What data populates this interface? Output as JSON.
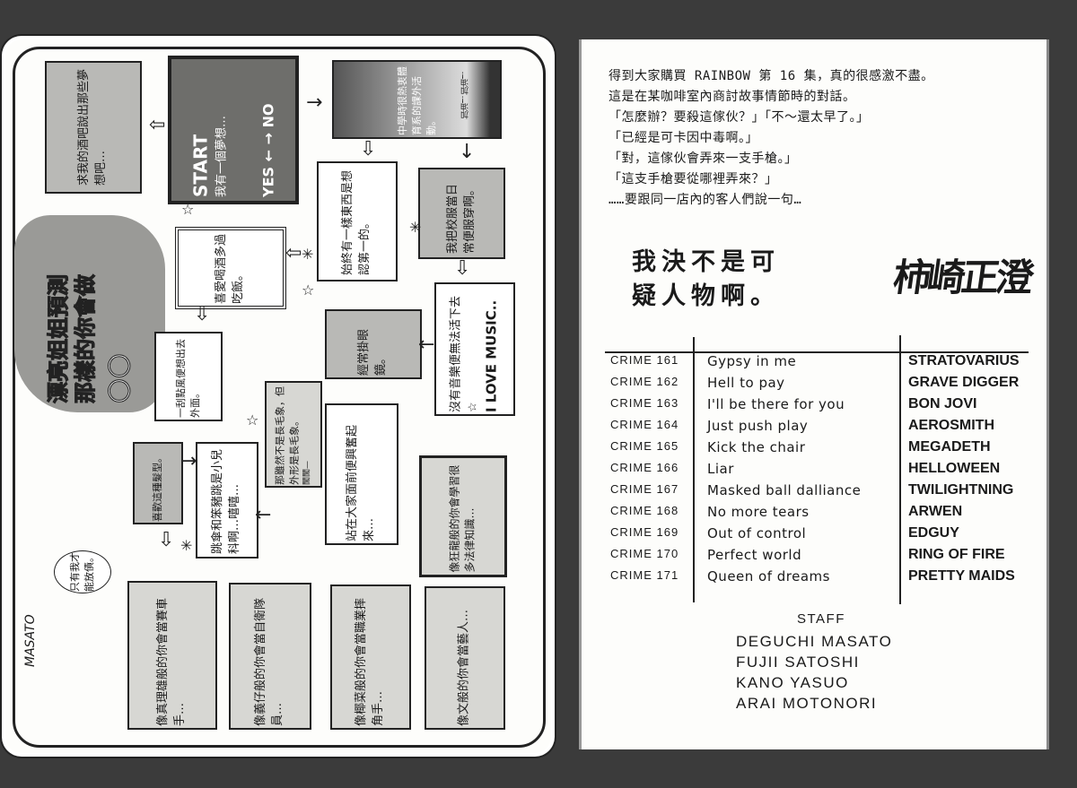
{
  "left_page": {
    "title_line1": "漂亮姐姐預測",
    "title_line2": "那樣的你會做",
    "title_mark": "○○",
    "start": {
      "label": "START",
      "text": "我有一個夢想…",
      "yes": "YES",
      "no": "NO"
    },
    "boxes": {
      "bar_dream": "求我的酒吧說出那些夢想吧…",
      "sports": "中學時很熱衷體育系的課外活動。",
      "cheer": "加油！加油！",
      "first": "始終有一樣東西是想認第一的。",
      "uniform": "我把校服當日常便服穿啊。",
      "drink": "喜愛喝酒多過吃飯。",
      "wind": "一刮點風便想出去外面。",
      "glasses": "經常掛眼鏡。",
      "music": "沒有音樂便無法活下去☆",
      "music_logo": "I LOVE MUSIC..",
      "mammoth": "那雖然不是長毛象，但外形是長毛象。",
      "mammoth_caption": "聞聞—",
      "stage": "站在大家面前便興奮起來…",
      "hairstyle": "喜歡這種髮型。",
      "skydive": "跳傘和笨豬跳是小兒科啊…嘻嘻…",
      "lawyer": "像狂龍般的你會學習很多法律知識…",
      "racer": "像真理雄般的你會當賽車手…",
      "soldier": "像義仔般的你會當自衛隊員…",
      "wrestler": "像椰菜般的你會當職業摔角手…",
      "entertainer": "像文般的你會當藝人…",
      "loan": "只有我才能放債。"
    },
    "credit": "MASATO"
  },
  "right_page": {
    "intro_lines": [
      "得到大家購買 RAINBOW 第 16 集，真的很感激不盡。",
      "這是在某咖啡室內商討故事情節時的對話。",
      "「怎麼辦？要殺這傢伙？」「不～還太早了。」",
      "「已經是可卡因中毒啊。」",
      "「對，這傢伙會弄來一支手槍。」",
      "「這支手槍要從哪裡弄來？」",
      "……要跟同一店內的客人們說一句…"
    ],
    "calligraphy_line1": "我決不是可",
    "calligraphy_line2": "疑人物啊。",
    "signature": "柿崎正澄",
    "crimes": [
      {
        "chapter": "CRIME 161",
        "title": "Gypsy in me",
        "artist": "STRATOVARIUS"
      },
      {
        "chapter": "CRIME 162",
        "title": "Hell to pay",
        "artist": "GRAVE DIGGER"
      },
      {
        "chapter": "CRIME 163",
        "title": "I'll be there for you",
        "artist": "BON JOVI"
      },
      {
        "chapter": "CRIME 164",
        "title": "Just push play",
        "artist": "AEROSMITH"
      },
      {
        "chapter": "CRIME 165",
        "title": "Kick the chair",
        "artist": "MEGADETH"
      },
      {
        "chapter": "CRIME 166",
        "title": "Liar",
        "artist": "HELLOWEEN"
      },
      {
        "chapter": "CRIME 167",
        "title": "Masked ball dalliance",
        "artist": "TWILIGHTNING"
      },
      {
        "chapter": "CRIME 168",
        "title": "No more tears",
        "artist": "ARWEN"
      },
      {
        "chapter": "CRIME 169",
        "title": "Out of control",
        "artist": "EDGUY"
      },
      {
        "chapter": "CRIME 170",
        "title": "Perfect world",
        "artist": "RING OF FIRE"
      },
      {
        "chapter": "CRIME 171",
        "title": "Queen of dreams",
        "artist": "PRETTY MAIDS"
      }
    ],
    "staff_heading": "STAFF",
    "staff": [
      "DEGUCHI MASATO",
      "FUJII SATOSHI",
      "KANO YASUO",
      "ARAI MOTONORI"
    ]
  }
}
